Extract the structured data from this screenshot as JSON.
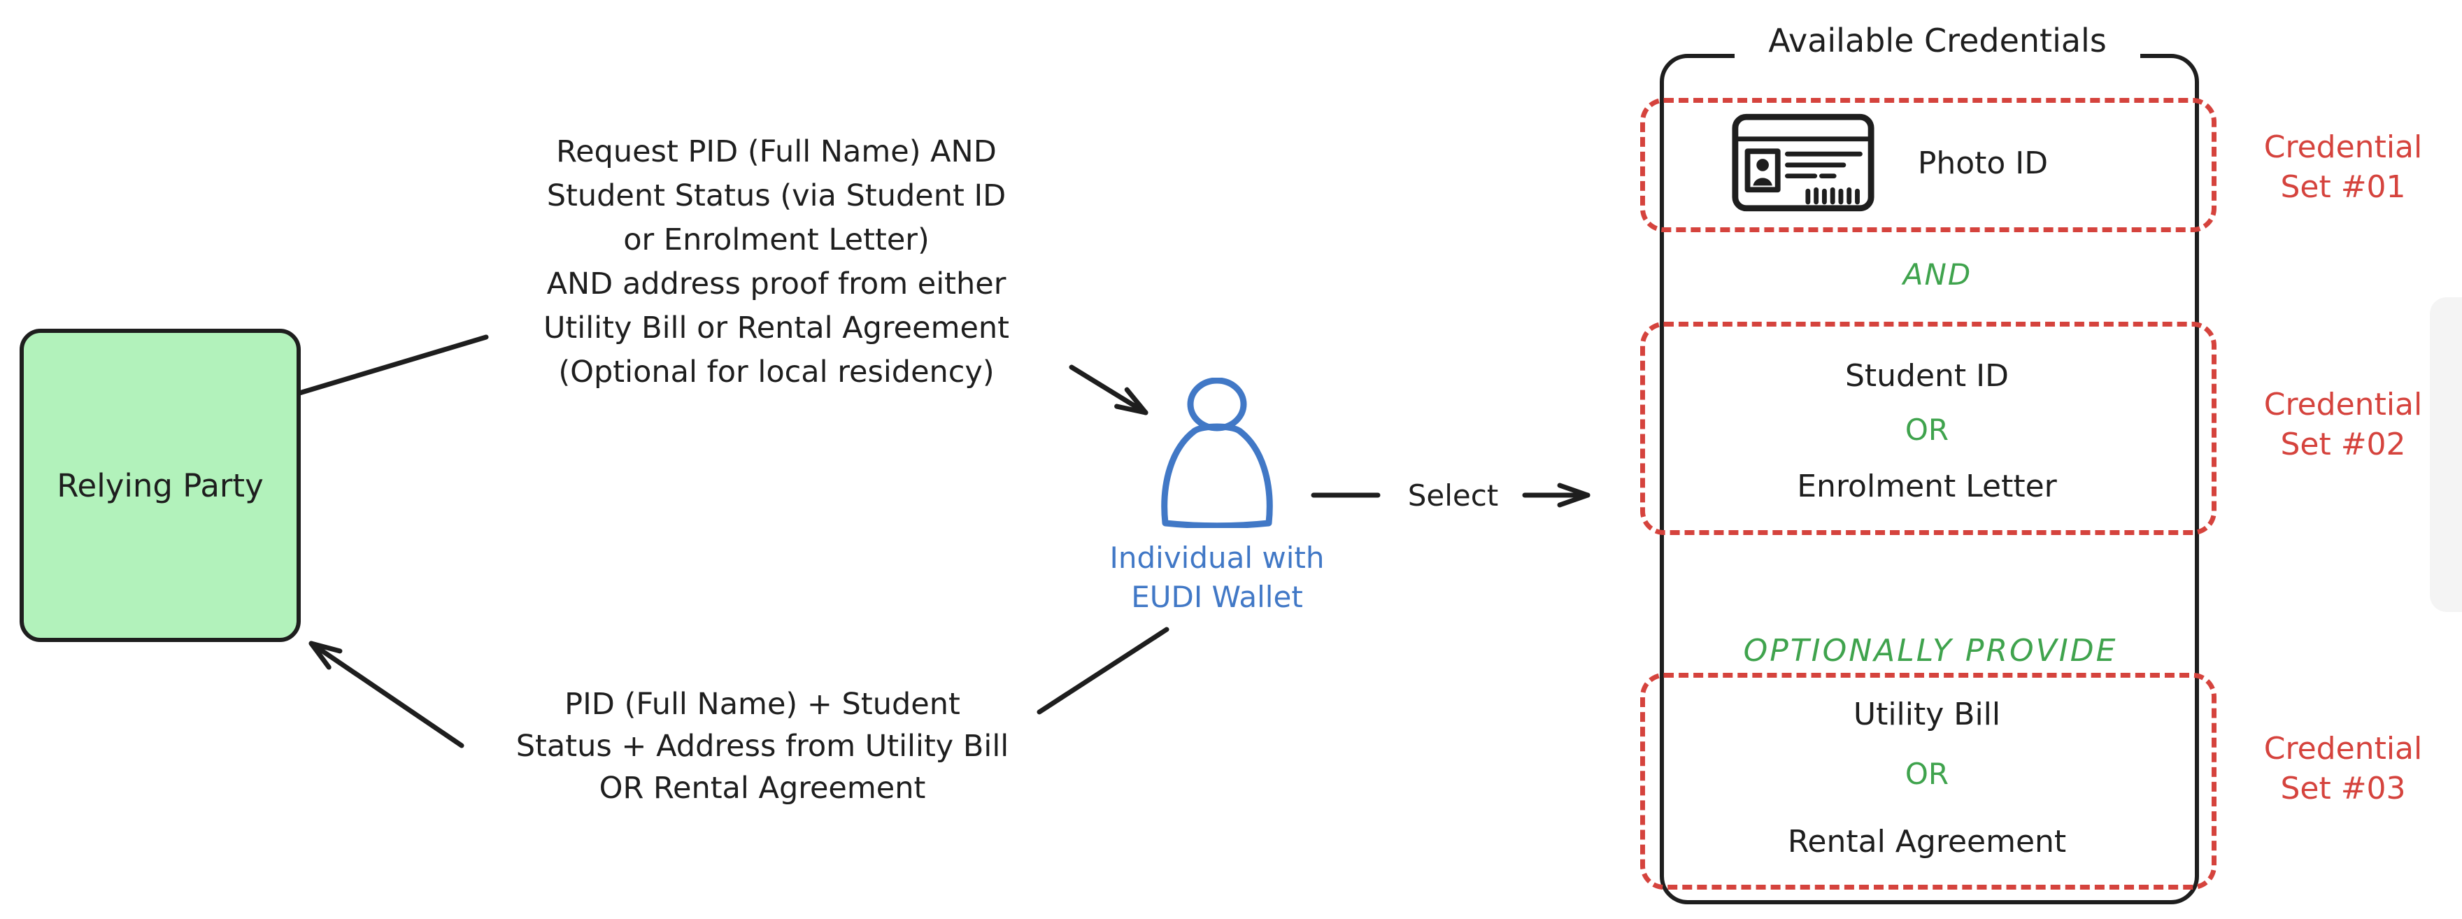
{
  "colors": {
    "ink": "#1e1e1e",
    "accent_red": "#d5433d",
    "accent_green": "#3fa34d",
    "accent_blue": "#4178c6",
    "relying_party_fill": "#b2f2bb"
  },
  "relying_party": {
    "label": "Relying Party"
  },
  "flows": {
    "request": "Request PID (Full Name) AND\nStudent Status (via Student ID\nor Enrolment Letter)\nAND address proof from either\nUtility Bill or Rental Agreement\n(Optional for local residency)",
    "response": "PID (Full Name) + Student\nStatus + Address from Utility Bill\nOR Rental Agreement",
    "select": "Select"
  },
  "individual": {
    "label": "Individual with\nEUDI Wallet"
  },
  "icons": {
    "individual": "person-icon",
    "photo_id_item": "id-card-icon"
  },
  "panel": {
    "title": "Available Credentials",
    "sets": [
      {
        "side_label": "Credential\nSet #01",
        "items": [
          "Photo ID"
        ]
      },
      {
        "side_label": "Credential\nSet #02",
        "items": [
          "Student ID",
          "Enrolment Letter"
        ],
        "connector": "OR"
      },
      {
        "side_label": "Credential\nSet #03",
        "items": [
          "Utility Bill",
          "Rental Agreement"
        ],
        "connector": "OR"
      }
    ],
    "between": {
      "set1_set2": "AND",
      "set2_set3": "OPTIONALLY PROVIDE"
    }
  }
}
